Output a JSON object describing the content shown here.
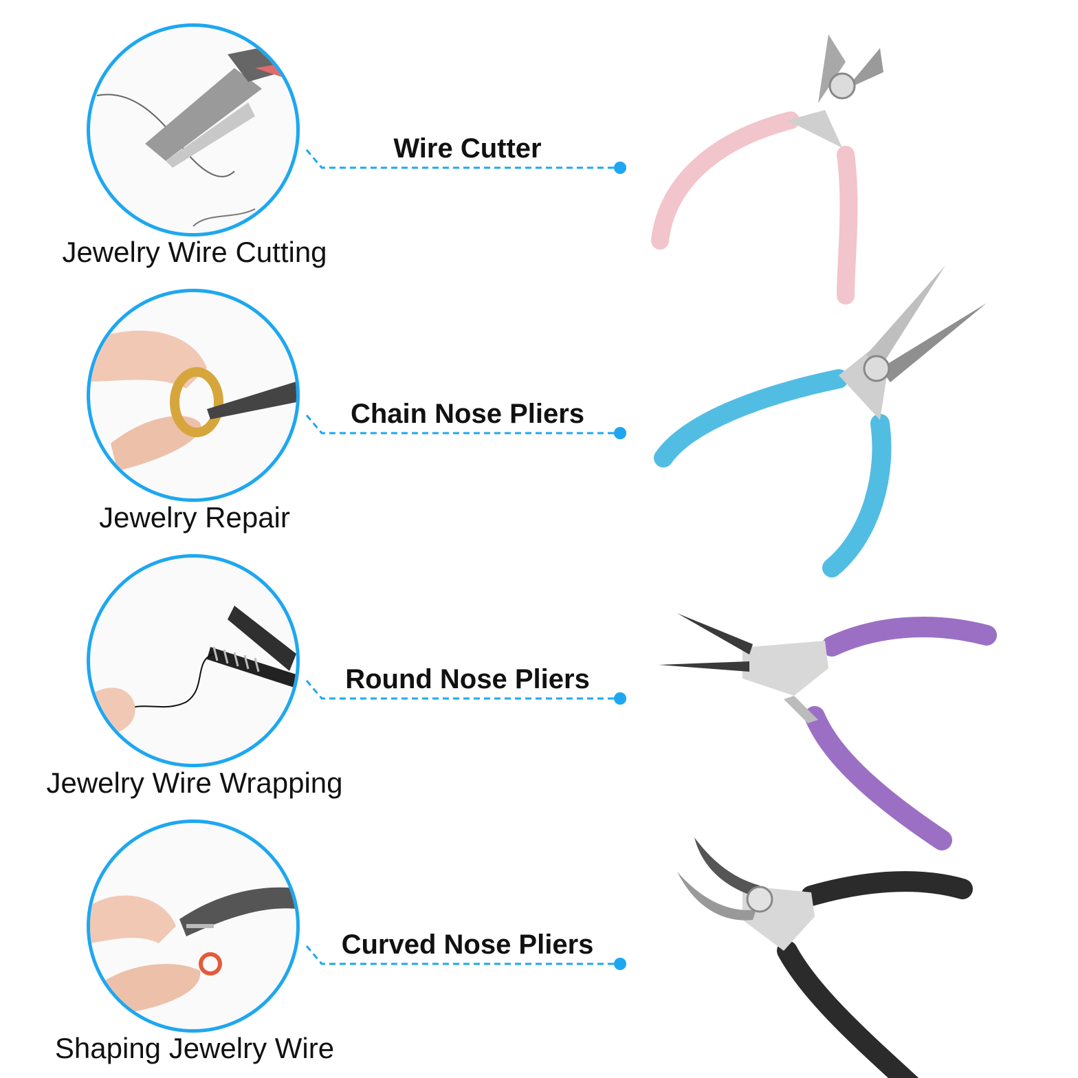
{
  "items": [
    {
      "use": "Jewelry Wire Cutting",
      "tool": "Wire Cutter",
      "handle_color": "#f2c4cb",
      "icon": "wire-cutter-icon"
    },
    {
      "use": "Jewelry Repair",
      "tool": "Chain Nose Pliers",
      "handle_color": "#52bde3",
      "icon": "chain-nose-pliers-icon"
    },
    {
      "use": "Jewelry Wire Wrapping",
      "tool": "Round Nose Pliers",
      "handle_color": "#9b70c4",
      "icon": "round-nose-pliers-icon"
    },
    {
      "use": "Shaping Jewelry Wire",
      "tool": "Curved Nose Pliers",
      "handle_color": "#2b2b2b",
      "icon": "curved-nose-pliers-icon"
    }
  ],
  "accent_color": "#1ea7f0"
}
